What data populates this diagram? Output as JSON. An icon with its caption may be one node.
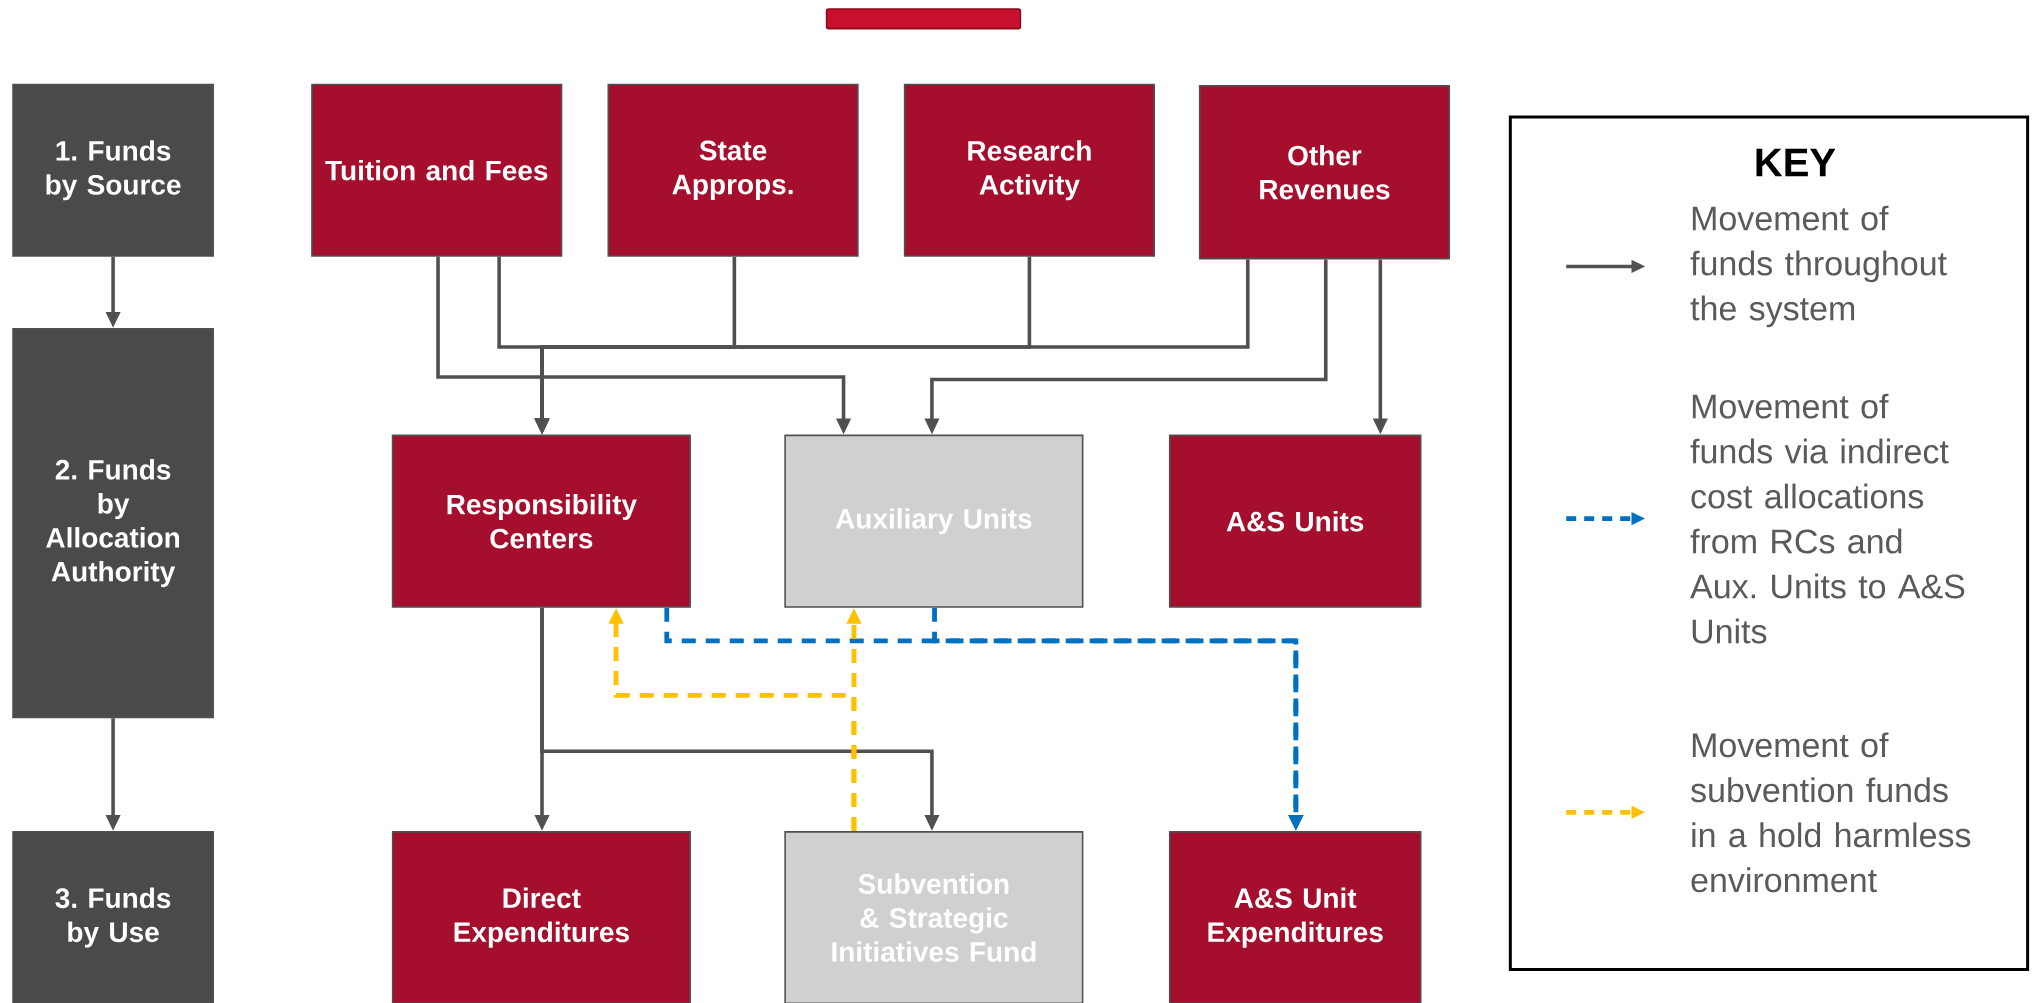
{
  "diagram": {
    "nodes": [
      {
        "text": [],
        "shape": "bar"
      },
      {
        "text": [
          "1. Funds by Source"
        ]
      },
      {
        "text": [
          "2. Funds by Allocation Authority"
        ]
      },
      {
        "text": [
          "3. Funds by Use"
        ]
      },
      {
        "text": [
          "Tuition and Fees"
        ]
      },
      {
        "text": [
          "State Approps."
        ]
      },
      {
        "text": [
          "Research Activity"
        ]
      },
      {
        "text": [
          "Other Revenues"
        ]
      },
      {
        "text": [
          "Responsibility Centers"
        ]
      },
      {
        "text": [
          "Auxiliary Units"
        ]
      },
      {
        "text": [
          "A&S Units"
        ]
      },
      {
        "text": [
          "Direct Expenditures"
        ]
      },
      {
        "text": [
          "Subvention & Strategic Initiatives Fund"
        ]
      },
      {
        "text": [
          "A&S Unit Expenditures"
        ]
      }
    ],
    "edges": [
      {
        "from": 1,
        "to": 2,
        "arrow": "to"
      },
      {
        "from": 2,
        "to": 3,
        "arrow": "to"
      },
      {
        "from": 4,
        "to": 8,
        "arrow": "to"
      },
      {
        "from": 5,
        "to": 8,
        "arrow": "to"
      },
      {
        "from": 6,
        "to": 8,
        "arrow": "to"
      },
      {
        "from": 7,
        "to": 8,
        "arrow": "to"
      },
      {
        "from": 4,
        "to": 9,
        "arrow": "to"
      },
      {
        "from": 7,
        "to": 9,
        "arrow": "to"
      },
      {
        "from": 7,
        "to": 10,
        "arrow": "to"
      },
      {
        "from": 8,
        "to": 11,
        "arrow": "to"
      },
      {
        "from": 8,
        "to": 12,
        "arrow": "to"
      },
      {
        "from": 8,
        "to": 13,
        "arrow": "to",
        "style": "dashed",
        "color": "#0070c0"
      },
      {
        "from": 9,
        "to": 13,
        "arrow": "to",
        "style": "dashed",
        "color": "#0070c0"
      },
      {
        "from": 12,
        "to": 9,
        "arrow": "to",
        "style": "dashed",
        "color": "#ffc000"
      },
      {
        "from": 12,
        "to": 8,
        "arrow": "to",
        "style": "dashed",
        "color": "#ffc000"
      }
    ],
    "labels": [
      "KEY"
    ],
    "legend": [
      {
        "text": "Movement of funds throughout the system"
      },
      {
        "text": "Movement of funds via indirect cost allocations from RCs and Aux. Units to A&S Units"
      },
      {
        "text": "Movement of subvention funds in a hold harmless environment"
      }
    ]
  }
}
